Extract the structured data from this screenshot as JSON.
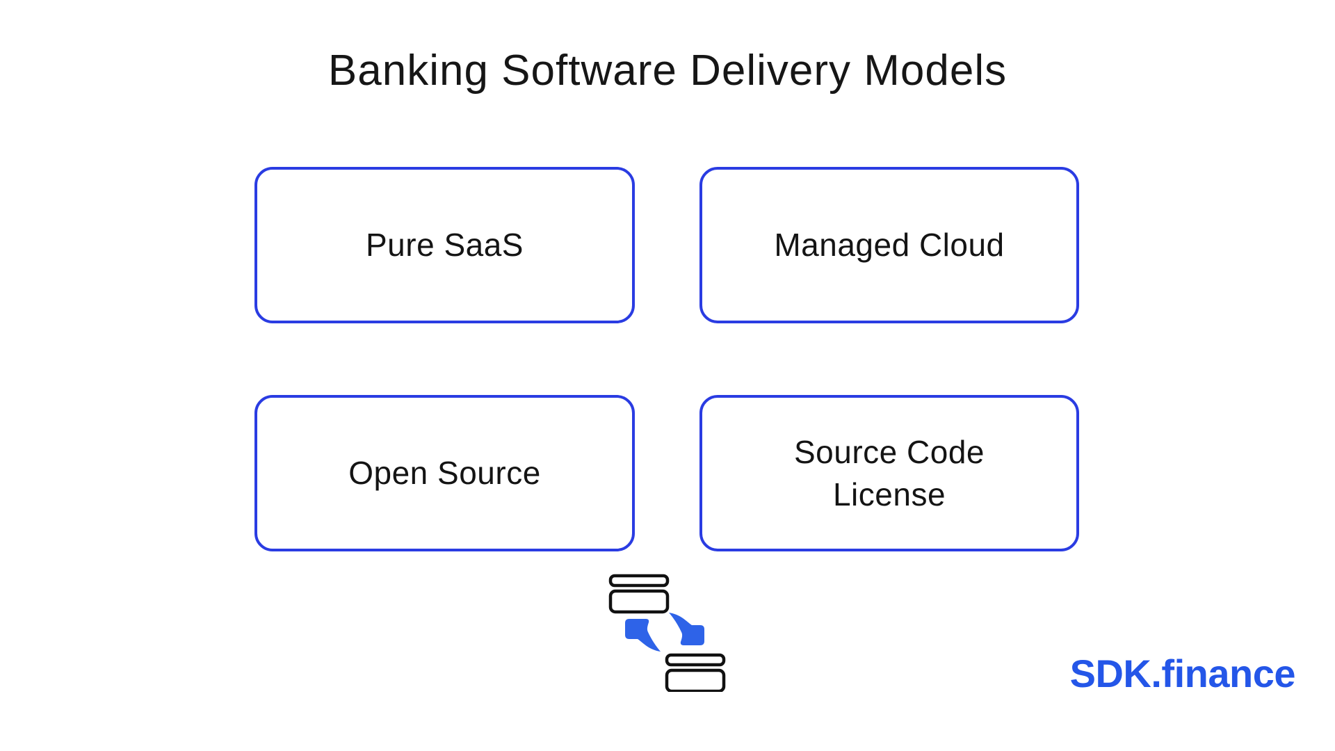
{
  "title": "Banking Software Delivery Models",
  "diagram": {
    "boxes": [
      {
        "label": "Pure SaaS"
      },
      {
        "label": "Managed Cloud"
      },
      {
        "label": "Open Source"
      },
      {
        "label": "Source Code License"
      }
    ],
    "icon": "card-transfer-icon"
  },
  "branding": {
    "logo_text": "SDK.finance"
  },
  "colors": {
    "box_border": "#2a3ce2",
    "arrow_blue": "#2e63e8",
    "logo_blue": "#2456e8",
    "text": "#141414",
    "background": "#ffffff"
  }
}
